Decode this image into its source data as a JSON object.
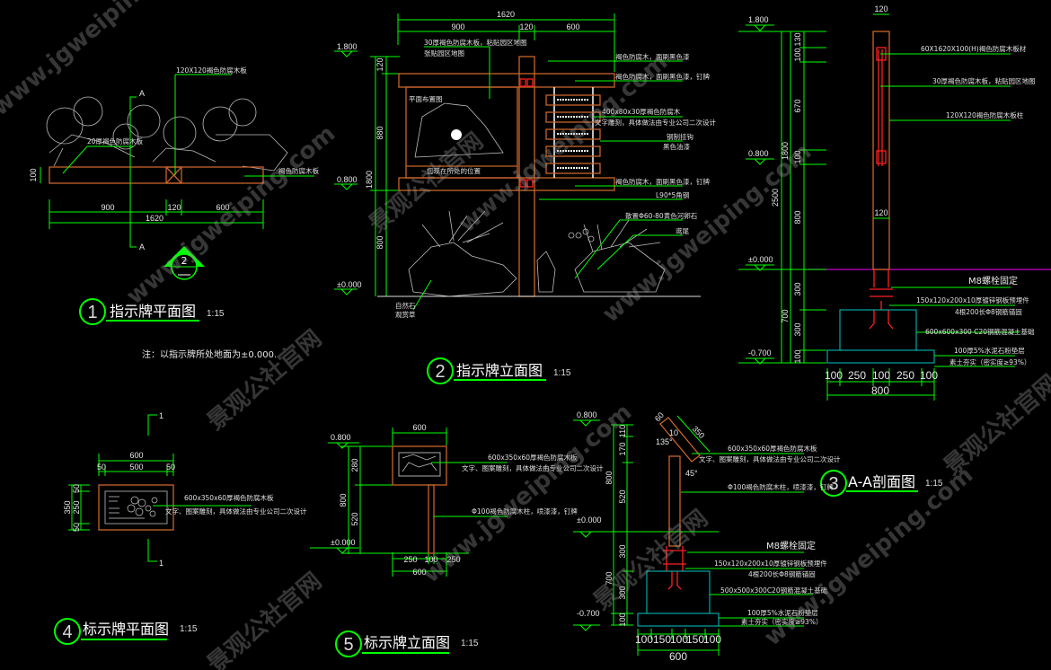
{
  "colors": {
    "background": "#000000",
    "dimension": "#00ff00",
    "wood": "#c8642a",
    "steel": "#ff2020",
    "concrete": "#00c8c8",
    "ground_line": "#c800c8"
  },
  "watermark": {
    "url": "www.jgweiping.com",
    "name": "景观公社官网"
  },
  "d1": {
    "number": "1",
    "title": "指示牌平面图",
    "scale": "1:15",
    "dims": [
      "900",
      "120",
      "600",
      "1620",
      "100"
    ],
    "section_marks": [
      "A",
      "A"
    ],
    "ref_marker": "2",
    "labels": [
      "120X120褐色防腐木板",
      "20厚褐色防腐木板",
      "褐色防腐木板"
    ],
    "note": "注：以指示牌所处地面为±0.000."
  },
  "d2": {
    "number": "2",
    "title": "指示牌立面图",
    "scale": "1:15",
    "dims_top": [
      "1620",
      "900",
      "120",
      "600"
    ],
    "dims_left": [
      "120",
      "880",
      "1800",
      "800"
    ],
    "elevations": [
      "1.800",
      "0.800",
      "±0.000"
    ],
    "map_title": "平面布置图",
    "you_are_here": "您现在所处的位置",
    "labels": [
      "30厚褐色防腐木板，粘贴园区地图",
      "张贴园区地图",
      "褐色防腐木，面刷黑色漆",
      "褐色防腐木，面刷黑色漆，钉牌",
      "400x80x30厚褐色防腐木",
      "文字雕刻，具体做法由专业公司二次设计",
      "钢制挂钩",
      "黑色油漆",
      "褐色防腐木，面刷黑色漆，钉牌",
      "L90*5角钢",
      "散置Φ60-80黄色河卵石",
      "鸢尾",
      "自然石",
      "观赏草"
    ]
  },
  "d3": {
    "number": "3",
    "title": "A-A剖面图",
    "scale": "1:15",
    "elevations": [
      "1.800",
      "0.800",
      "±0.000",
      "-0.700"
    ],
    "dims_post": [
      "120",
      "120"
    ],
    "dims_inner": [
      "130",
      "100",
      "670",
      "100",
      "800",
      "300",
      "300",
      "100"
    ],
    "dims_mid": [
      "1800",
      "700"
    ],
    "dims_outer": [
      "2500"
    ],
    "dims_bottom": [
      "100",
      "250",
      "100",
      "250",
      "100"
    ],
    "dims_total": "800",
    "labels": [
      "60X1620X100(H)褐色防腐木板材",
      "30厚褐色防腐木板，粘贴园区地图",
      "120X120褐色防腐木板柱",
      "M8螺栓固定",
      "150x120x200x10厚镀锌钢板预埋件",
      "4根200长Φ8钢筋锚固",
      "600x600x300 C20钢筋混凝土基础",
      "100厚5%水泥石粉垫层",
      "素土夯实（密实度≥93%）"
    ]
  },
  "d4": {
    "number": "4",
    "title": "标示牌平面图",
    "scale": "1:15",
    "dims_top": [
      "600",
      "50",
      "500",
      "50"
    ],
    "dims_left": [
      "350",
      "50",
      "250",
      "50"
    ],
    "section_marks": [
      "1",
      "1"
    ],
    "labels": [
      "600x350x60厚褐色防腐木板",
      "文字、图案雕刻，具体做法由专业公司二次设计"
    ]
  },
  "d5": {
    "number": "5",
    "title": "标示牌立面图",
    "scale": "1:15",
    "elevations": [
      "0.800",
      "±0.000"
    ],
    "dims_top": "600",
    "dims_left": [
      "280",
      "800",
      "520"
    ],
    "dims_bottom": [
      "250",
      "100",
      "250"
    ],
    "dims_total": "600",
    "labels": [
      "600x350x60厚褐色防腐木板",
      "文字、图案雕刻，具体做法由专业公司二次设计",
      "Φ100褐色防腐木柱，喷漆漆，钉牌"
    ]
  },
  "d6": {
    "elevations": [
      "0.800",
      "±0.000",
      "-0.700"
    ],
    "dims_angle": [
      "60",
      "350",
      "135°",
      "45°",
      "10"
    ],
    "dims_inner": [
      "110",
      "170",
      "520",
      "300",
      "300",
      "100"
    ],
    "dims_outer": [
      "800",
      "700"
    ],
    "dims_bottom": [
      "100",
      "150",
      "100",
      "150",
      "100"
    ],
    "dims_total": "600",
    "labels": [
      "600x350x60厚褐色防腐木板",
      "文字、图案雕刻，具体做法由专业公司二次设计",
      "Φ100褐色防腐木柱，喷漆漆，钉牌",
      "M8螺栓固定",
      "150x120x200x10厚镀锌钢板预埋件",
      "4根200长Φ8钢筋锚固",
      "500x500x300C20钢筋混凝土基础",
      "100厚5%水泥石粉垫层",
      "素土夯实（密实度≥93%）"
    ]
  }
}
